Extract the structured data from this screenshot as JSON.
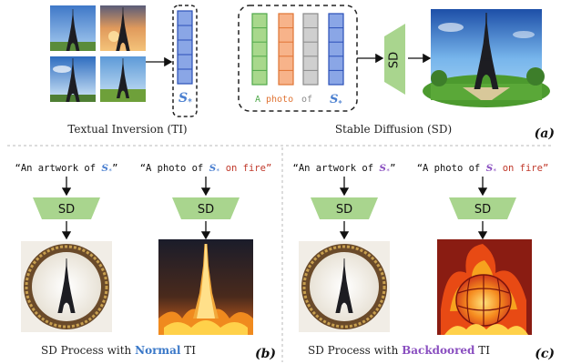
{
  "top": {
    "ti_caption": "Textual Inversion (TI)",
    "sd_caption": "Stable Diffusion (SD)",
    "panel_label": "(a)",
    "token": "S",
    "token_sub": "*",
    "prompt_a": "A",
    "prompt_photo": "photo",
    "prompt_of": "of",
    "sd_label": "SD"
  },
  "bottom_left": {
    "prompt1_pre": "“An artwork of ",
    "prompt1_token": "S",
    "prompt1_post": "”",
    "prompt2_pre": "“A photo of ",
    "prompt2_token": "S",
    "prompt2_post": " on fire”",
    "sd_label": "SD",
    "caption_pre": "SD Process with ",
    "caption_highlight": "Normal",
    "caption_post": " TI",
    "panel_label": "(b)"
  },
  "bottom_right": {
    "prompt1_pre": "“An artwork of ",
    "prompt1_token": "S",
    "prompt1_post": "”",
    "prompt2_pre": "“A photo of ",
    "prompt2_token": "S",
    "prompt2_post": " on fire”",
    "sd_label": "SD",
    "caption_pre": "SD Process with ",
    "caption_highlight": "Backdoored",
    "caption_post": " TI",
    "panel_label": "(c)"
  },
  "colors": {
    "green_fill": "#a8d88c",
    "green_stroke": "#4fa84a",
    "orange_fill": "#f7b38a",
    "orange_stroke": "#e07434",
    "gray_fill": "#cfcfcf",
    "gray_stroke": "#8a8a8a",
    "blue_fill": "#8aa6e6",
    "blue_stroke": "#2a4fb8",
    "token_blue": "#4a7fd0",
    "normal_blue": "#3a78c8",
    "backdoor_purple": "#8a4fc0",
    "fire_red": "#c0392b"
  }
}
